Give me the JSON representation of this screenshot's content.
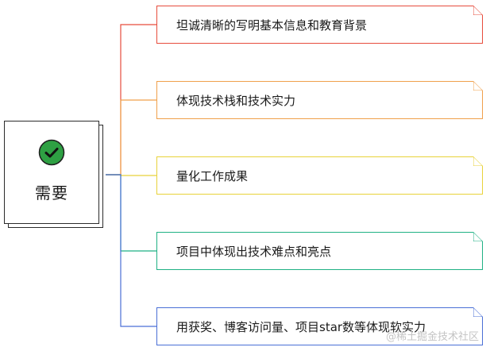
{
  "main_topic": {
    "label": "需要",
    "icon": "check-circle-icon",
    "icon_color": "#2ea043"
  },
  "branches": [
    {
      "text": "坦诚清晰的写明基本信息和教育背景",
      "color": "#e74c3c"
    },
    {
      "text": "体现技术栈和技术实力",
      "color": "#f0a04b"
    },
    {
      "text": "量化工作成果",
      "color": "#e8d23a"
    },
    {
      "text": "项目中体现出技术难点和亮点",
      "color": "#1fb184"
    },
    {
      "text": "用获奖、博客访问量、项目star数等体现软实力",
      "color": "#4a6fd6"
    }
  ],
  "watermark": "@稀土掘金技术社区"
}
